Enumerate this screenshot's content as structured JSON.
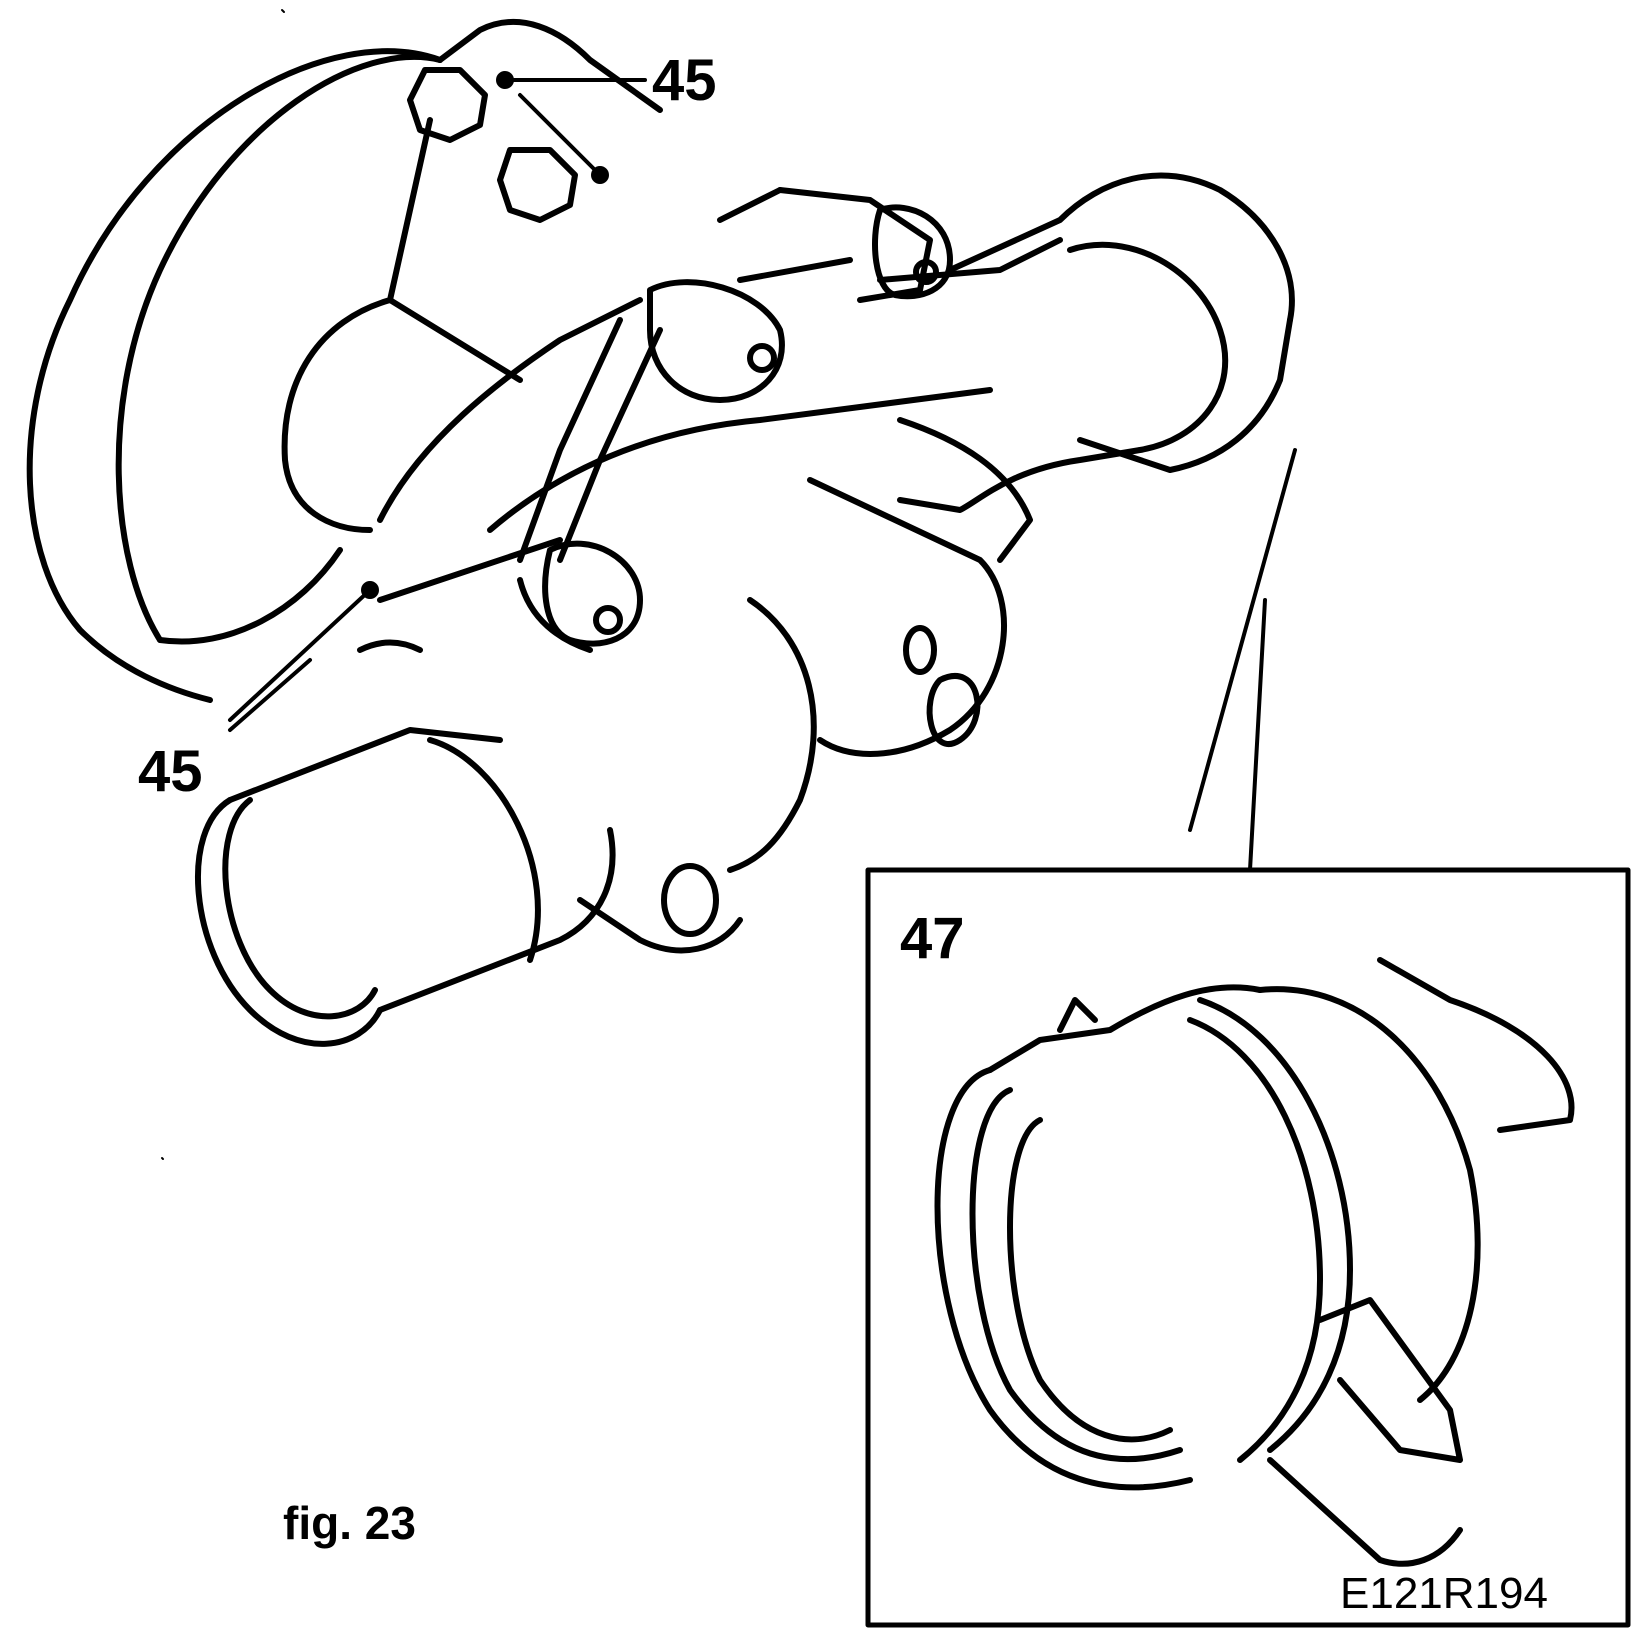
{
  "callouts": {
    "fastener_top": "45",
    "fastener_left": "45",
    "inset_part": "47"
  },
  "caption": "fig. 23",
  "drawing_code": "E121R194",
  "colors": {
    "line": "#000000",
    "background": "#ffffff"
  }
}
